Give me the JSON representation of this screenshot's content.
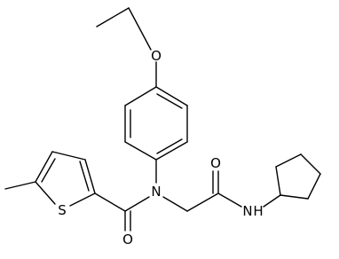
{
  "molecule": {
    "atom_labels": {
      "ether_oxygen": "O",
      "amide_nitrogen": "N",
      "carbonyl_oxygen_left": "O",
      "carbonyl_oxygen_right": "O",
      "thiophene_sulfur": "S",
      "secondary_amide_n": "N",
      "secondary_amide_h": "H"
    }
  }
}
